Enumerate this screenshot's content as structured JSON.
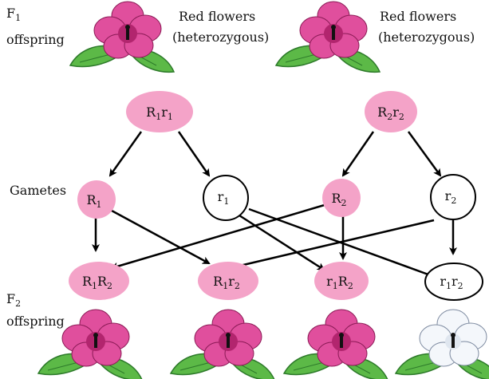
{
  "f1": {
    "label_letter": "F",
    "label_sub": "1",
    "label_word": "offspring",
    "flowers": [
      {
        "line1": "Red flowers",
        "line2": "(heterozygous)"
      },
      {
        "line1": "Red flowers",
        "line2": "(heterozygous)"
      }
    ]
  },
  "gametes_label": "Gametes",
  "f2": {
    "label_letter": "F",
    "label_sub": "2",
    "label_word": "offspring"
  },
  "colors": {
    "pink_fill": "#f4a3c8",
    "petal_pink": "#e04f9d",
    "petal_dark": "#b2256e",
    "petal_white": "#f4f7fb",
    "leaf_green": "#5cb947",
    "leaf_dark": "#2d7a2a",
    "arrow": "#000000"
  },
  "parents": [
    {
      "a": "R",
      "a_sub": "1",
      "b": "r",
      "b_sub": "1"
    },
    {
      "a": "R",
      "a_sub": "2",
      "b": "r",
      "b_sub": "2"
    }
  ],
  "gametes": [
    {
      "l": "R",
      "s": "1",
      "color": "pink"
    },
    {
      "l": "r",
      "s": "1",
      "color": "white"
    },
    {
      "l": "R",
      "s": "2",
      "color": "pink"
    },
    {
      "l": "r",
      "s": "2",
      "color": "white"
    }
  ],
  "offspring": [
    {
      "a": "R",
      "as": "1",
      "b": "R",
      "bs": "2",
      "color": "pink",
      "flower": "red"
    },
    {
      "a": "R",
      "as": "1",
      "b": "r",
      "bs": "2",
      "color": "pink",
      "flower": "red"
    },
    {
      "a": "r",
      "as": "1",
      "b": "R",
      "bs": "2",
      "color": "pink",
      "flower": "red"
    },
    {
      "a": "r",
      "as": "1",
      "b": "r",
      "bs": "2",
      "color": "white",
      "flower": "white"
    }
  ]
}
